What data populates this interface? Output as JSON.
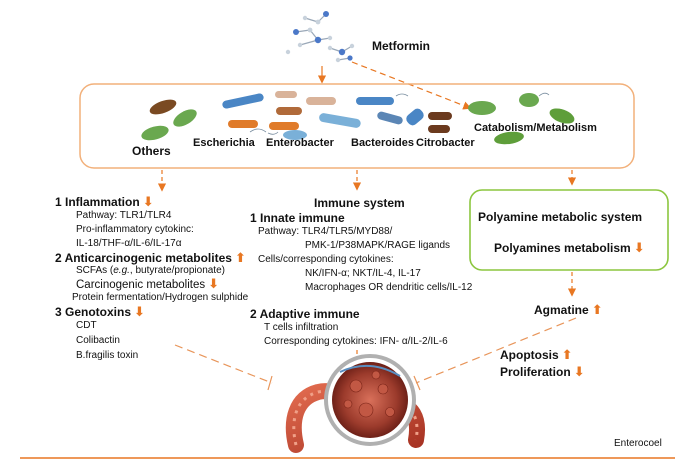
{
  "drug": {
    "label": "Metformin"
  },
  "bacteria": {
    "others": "Others",
    "escherichia": "Escherichia",
    "enterobacter": "Enterobacter",
    "bacteroides": "Bacteroides",
    "citrobacter": "Citrobacter",
    "catabolism": "Catabolism/Metabolism"
  },
  "left": {
    "inflammation": {
      "title": "1 Inflammation",
      "arrow": "down",
      "pathway": "Pathway: TLR1/TLR4",
      "cytokine_label": "Pro-inflammatory cytokinc:",
      "cytokines": "IL-18/THF-α/IL-6/IL-17α"
    },
    "anticarcinogenic": {
      "title": "2 Anticarcinogenic metabolites",
      "arrow": "up",
      "scfa_prefix": "SCFAs (",
      "scfa_eg": "e.g.",
      "scfa_suffix": ", butyrate/propionate)",
      "carcinogenic": "Carcinogenic metabolites",
      "carcinogenic_arrow": "down",
      "protein": "Protein fermentation/Hydrogen sulphide"
    },
    "genotoxins": {
      "title": "3 Genotoxins",
      "arrow": "down",
      "items": [
        "CDT",
        "Colibactin",
        "B.fragilis toxin"
      ]
    }
  },
  "middle": {
    "title": "Immune system",
    "innate": {
      "title": "1 Innate immune",
      "pathway1": "Pathway: TLR4/TLR5/MYD88/",
      "pathway2": "PMK-1/P38MAPK/RAGE ligands",
      "cells_label": "Cells/corresponding cytokines:",
      "cells1": "NK/IFN-α; NKT/IL-4, IL-17",
      "cells2": "Macrophages OR dendritic cells/IL-12"
    },
    "adaptive": {
      "title": "2 Adaptive immune",
      "tcells": "T cells infiltration",
      "cytokines": "Corresponding cytokines: IFN- α/IL-2/IL-6"
    }
  },
  "right": {
    "polyamine_system": "Polyamine metabolic system",
    "polyamines_metabolism": "Polyamines metabolism",
    "polyamines_arrow": "down",
    "agmatine": "Agmatine",
    "agmatine_arrow": "up",
    "apoptosis": "Apoptosis",
    "apoptosis_arrow": "up",
    "proliferation": "Proliferation",
    "proliferation_arrow": "down"
  },
  "enterocoel": "Enterocoel",
  "colors": {
    "accent": "#e87722",
    "box_border": "#f2b07a",
    "green_border": "#8cc63f",
    "line": "#e8955a"
  }
}
